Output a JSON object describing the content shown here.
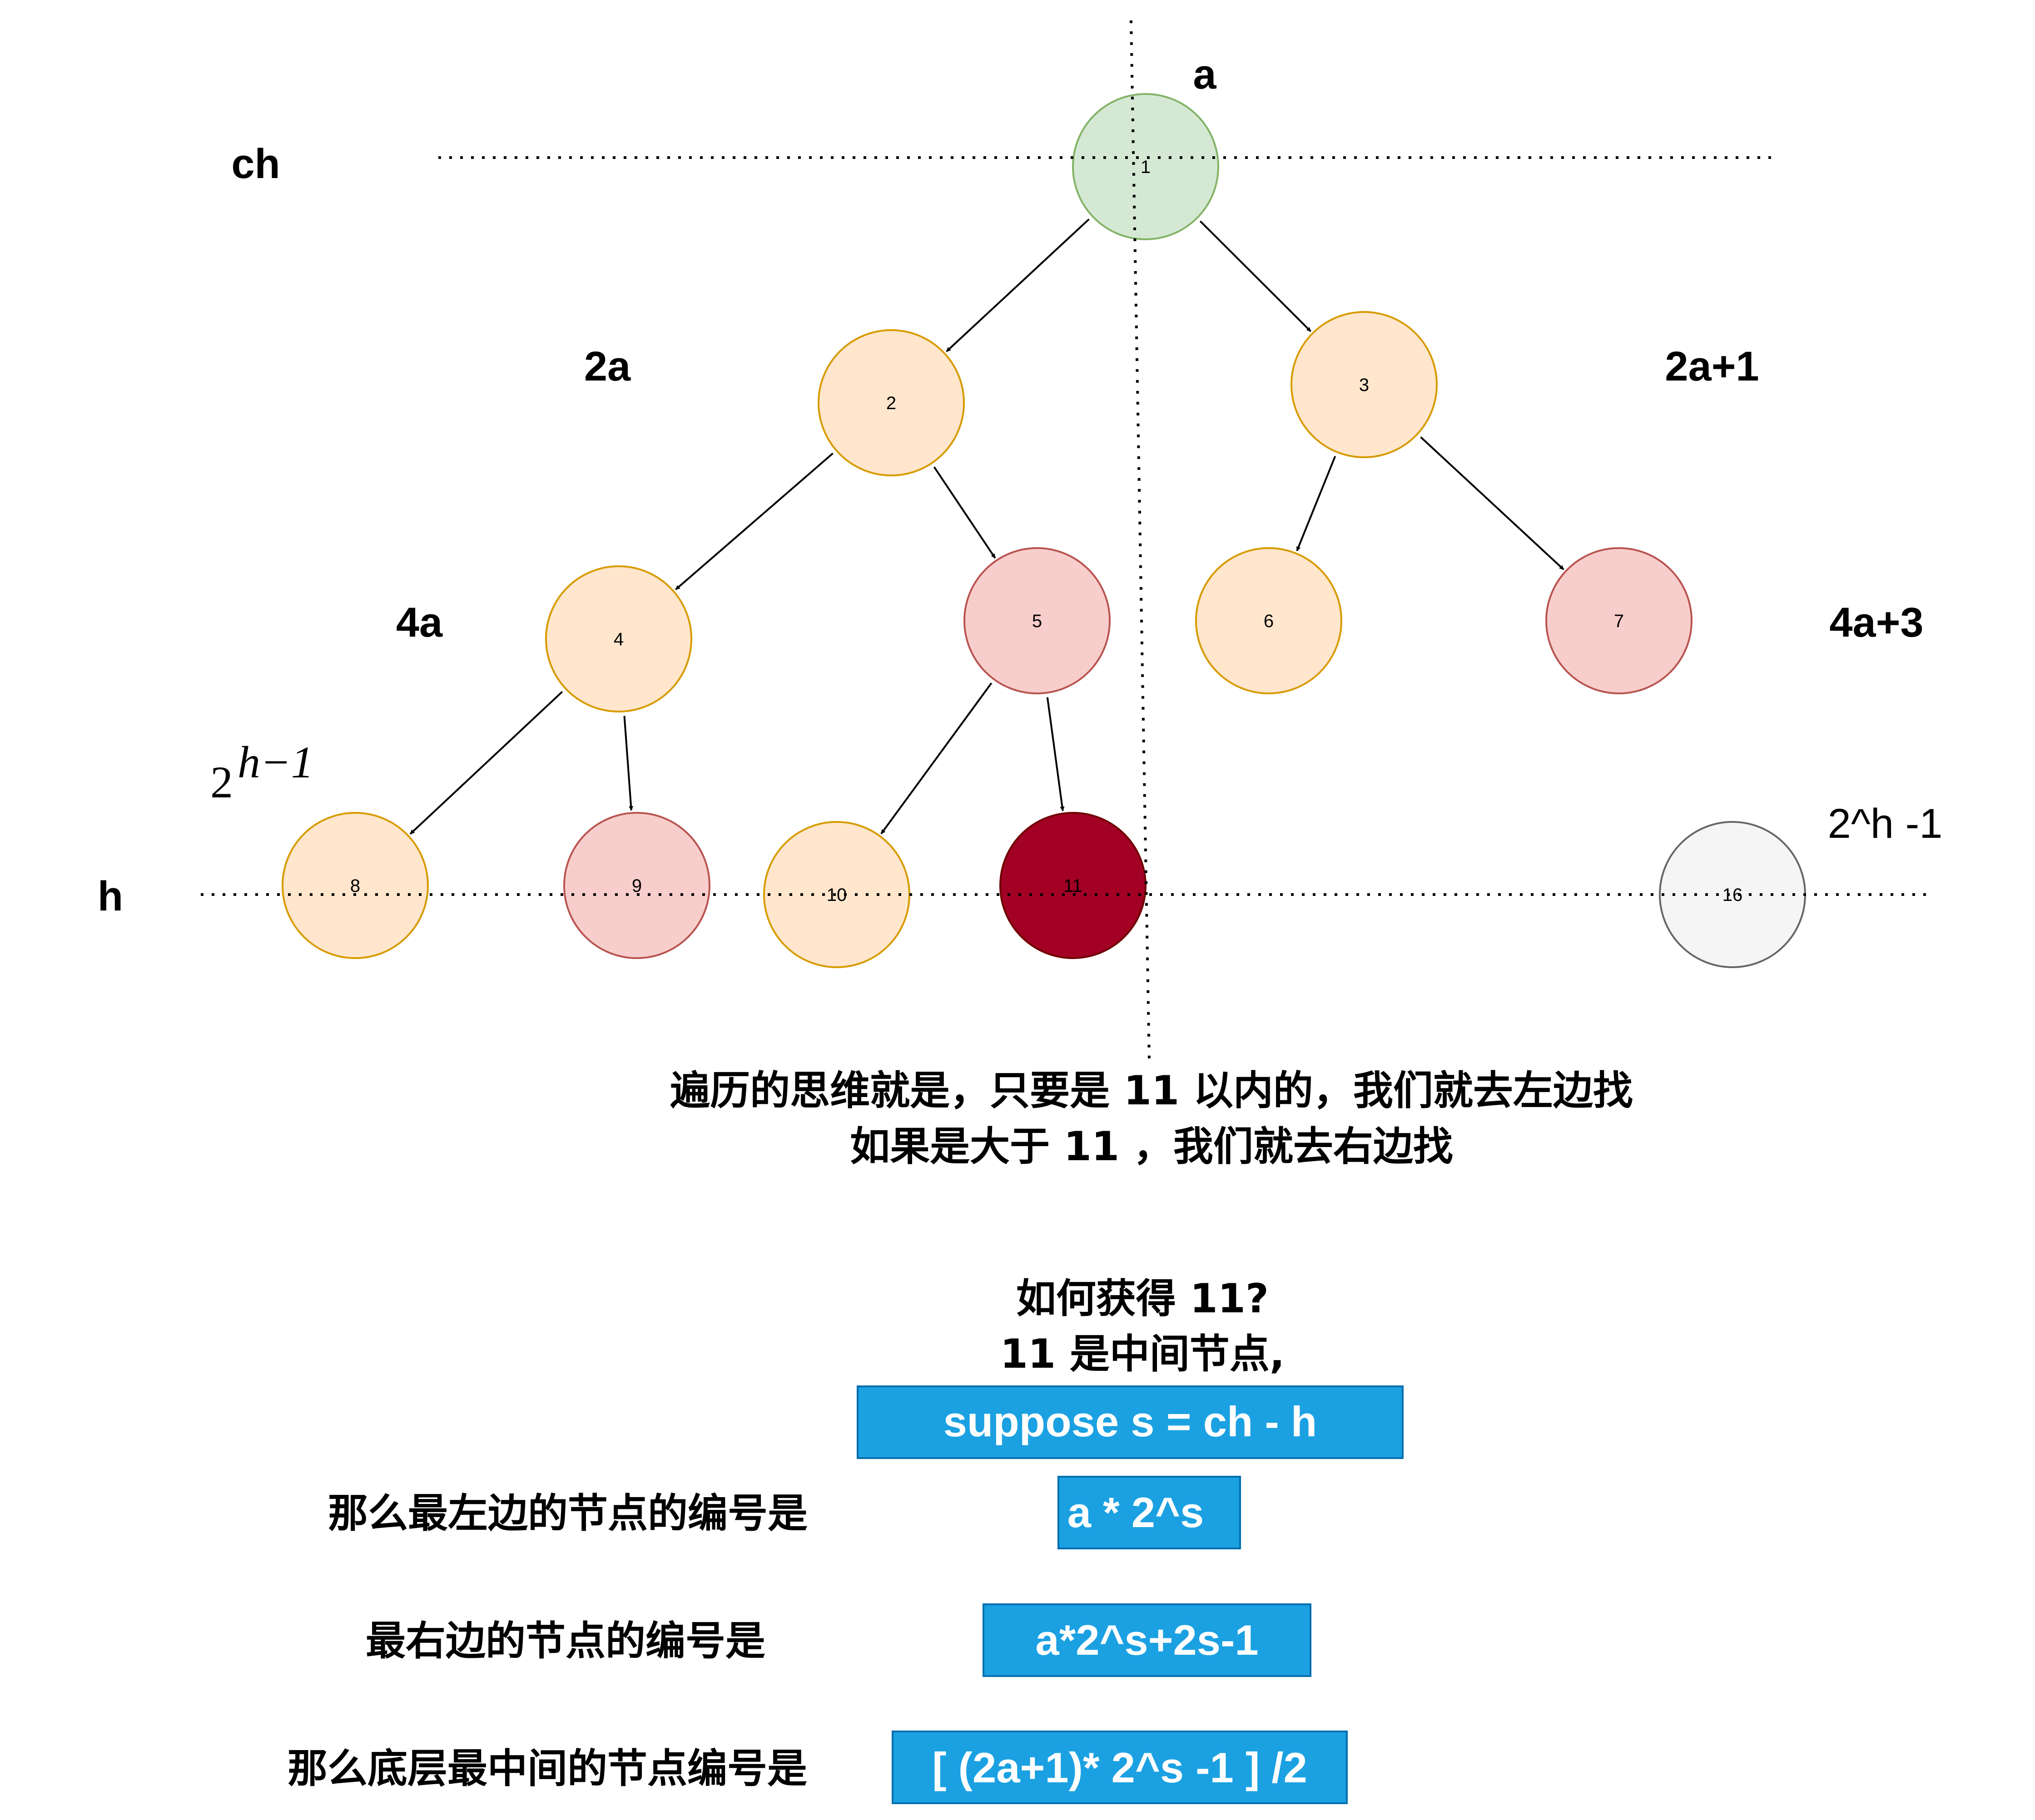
{
  "colors": {
    "root_fill": "#d5e8d4",
    "root_stroke": "#82b366",
    "orange_fill": "#ffe6cc",
    "orange_stroke": "#d79b00",
    "red_fill": "#f8cecc",
    "red_stroke": "#b85450",
    "dark_fill": "#a20025",
    "dark_stroke": "#6f0000",
    "gray_fill": "#f5f5f5",
    "gray_stroke": "#666666",
    "box_fill": "#1ba1e2",
    "box_stroke": "#006eaf"
  },
  "nodes": [
    {
      "id": "1",
      "label": "1",
      "style": "root"
    },
    {
      "id": "2",
      "label": "2",
      "style": "orange"
    },
    {
      "id": "3",
      "label": "3",
      "style": "orange"
    },
    {
      "id": "4",
      "label": "4",
      "style": "orange"
    },
    {
      "id": "5",
      "label": "5",
      "style": "red"
    },
    {
      "id": "6",
      "label": "6",
      "style": "orange"
    },
    {
      "id": "7",
      "label": "7",
      "style": "red"
    },
    {
      "id": "8",
      "label": "8",
      "style": "orange"
    },
    {
      "id": "9",
      "label": "9",
      "style": "red"
    },
    {
      "id": "10",
      "label": "10",
      "style": "orange"
    },
    {
      "id": "11",
      "label": "11",
      "style": "dark"
    },
    {
      "id": "16",
      "label": "16",
      "style": "gray"
    }
  ],
  "edges": [
    {
      "from": "1",
      "to": "2"
    },
    {
      "from": "1",
      "to": "3"
    },
    {
      "from": "2",
      "to": "4"
    },
    {
      "from": "2",
      "to": "5"
    },
    {
      "from": "3",
      "to": "6"
    },
    {
      "from": "3",
      "to": "7"
    },
    {
      "from": "4",
      "to": "8"
    },
    {
      "from": "4",
      "to": "9"
    },
    {
      "from": "5",
      "to": "10"
    },
    {
      "from": "5",
      "to": "11"
    }
  ],
  "labels": {
    "a": "a",
    "ch": "ch",
    "two_a": "2a",
    "two_a_plus_1": "2a+1",
    "four_a": "4a",
    "four_a_plus_3": "4a+3",
    "h": "h",
    "pow_base": "2",
    "pow_exp": "h−1",
    "pow_text": "2^h -1"
  },
  "notes": {
    "traversal_line1": "遍历的思维就是，只要是 11 以内的，我们就去左边找",
    "traversal_line2": "如果是大于 11 ，我们就去右边找",
    "question_line1": "如何获得 11?",
    "question_line2": "11 是中间节点,"
  },
  "formulas": {
    "suppose": "suppose s = ch -  h",
    "leftmost_label": "那么最左边的节点的编号是",
    "leftmost_value": "a * 2^s",
    "rightmost_label": "最右边的节点的编号是",
    "rightmost_value": "a*2^s+2s-1",
    "middle_label": "那么底层最中间的节点编号是",
    "middle_value": "[ (2a+1)* 2^s -1 ] /2"
  }
}
